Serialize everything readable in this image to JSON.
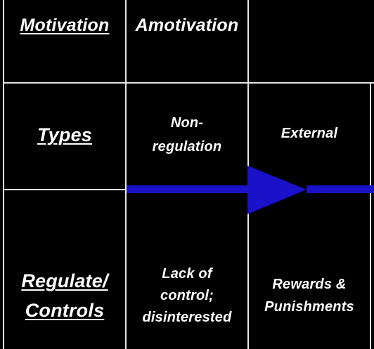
{
  "rows": {
    "motivation": {
      "label": "Motivation",
      "amotivation": "Amotivation",
      "third": ""
    },
    "types": {
      "label": "Types",
      "non_regulation_line1": "Non-",
      "non_regulation_line2": "regulation",
      "external": "External"
    },
    "regulate": {
      "label_line1": "Regulate/",
      "label_line2": "Controls",
      "amotivation_line1": "Lack of",
      "amotivation_line2": "control;",
      "amotivation_line3": "disinterested",
      "external_line1": "Rewards &",
      "external_line2": "Punishments"
    }
  },
  "colors": {
    "background": "#000000",
    "grid": "#e6e6e6",
    "text": "#ffffff",
    "arrow": "#1a12c8"
  }
}
